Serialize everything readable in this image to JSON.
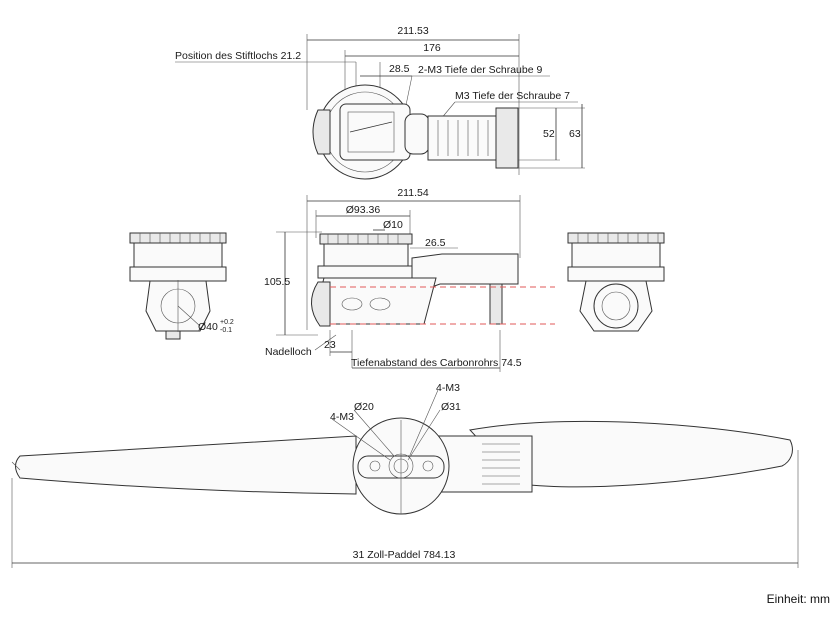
{
  "unit_label": "Einheit: mm",
  "top_view": {
    "width_total": "211.53",
    "width_inner": "176",
    "pin_hole": "Position des Stiftlochs 21.2",
    "dim_28_5": "28.5",
    "screw_2m3": "2-M3 Tiefe der Schraube 9",
    "screw_m3": "M3 Tiefe der Schraube 7",
    "height_52": "52",
    "height_63": "63"
  },
  "side_view": {
    "width_total": "211.54",
    "dia_93_36": "Ø93.36",
    "dia_10": "Ø10",
    "dim_26_5": "26.5",
    "height_105_5": "105.5",
    "needle_hole": "Nadelloch",
    "dim_23": "23",
    "carbon_depth": "Tiefenabstand des Carbonrohrs 74.5"
  },
  "front_view": {
    "dia_40": "Ø40",
    "tol_plus": "+0.2",
    "tol_minus": "-0.1"
  },
  "bottom_view": {
    "screw_4m3_right": "4-M3",
    "dia_20": "Ø20",
    "dia_31": "Ø31",
    "screw_4m3_left": "4-M3",
    "paddle": "31 Zoll-Paddel 784.13"
  }
}
